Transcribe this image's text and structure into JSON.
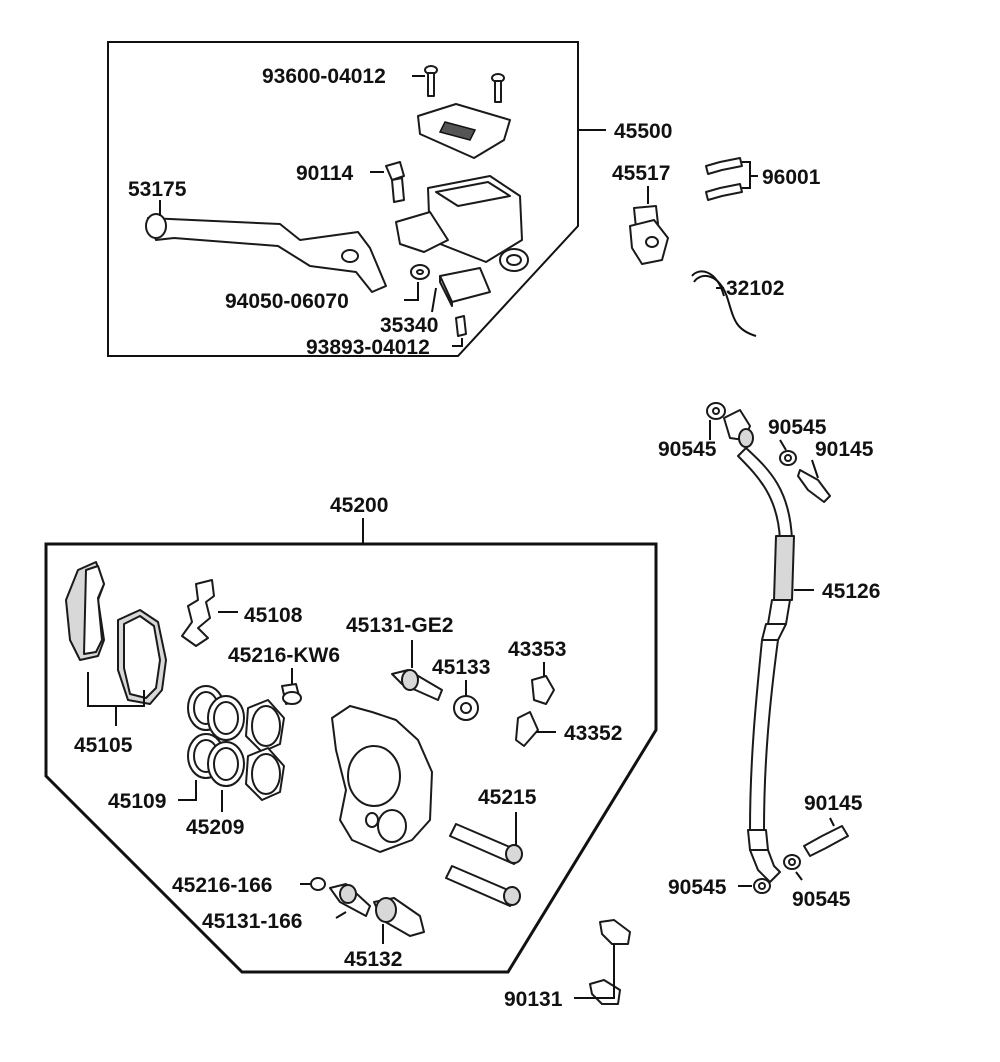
{
  "callouts": {
    "master_cylinder_assembly": "45500",
    "lever": "53175",
    "reservoir_screw": "93600-04012",
    "lever_bolt": "90114",
    "washer": "94050-06070",
    "brake_switch": "35340",
    "switch_screw": "93893-04012",
    "holder": "45517",
    "holder_bolt": "96001",
    "wire": "32102",
    "caliper_assembly": "45200",
    "pad_spring": "45108",
    "sleeve_bolt_boot": "45216-KW6",
    "bracket_pin": "45131-GE2",
    "boot": "45133",
    "bleeder_cap": "43353",
    "bleeder_valve": "43352",
    "pads": "45105",
    "seals": "45109",
    "pistons": "45209",
    "caliper_bolts": "45215",
    "pin_boot": "45216-166",
    "pin": "45131-166",
    "pin_bolt": "45132",
    "washer_top_left": "90545",
    "washer_top_right": "90545",
    "oil_bolt_top": "90145",
    "brake_hose": "45126",
    "oil_bolt_bottom": "90145",
    "washer_bottom_left": "90545",
    "washer_bottom_right": "90545",
    "hose_clamp_bolt": "90131"
  }
}
